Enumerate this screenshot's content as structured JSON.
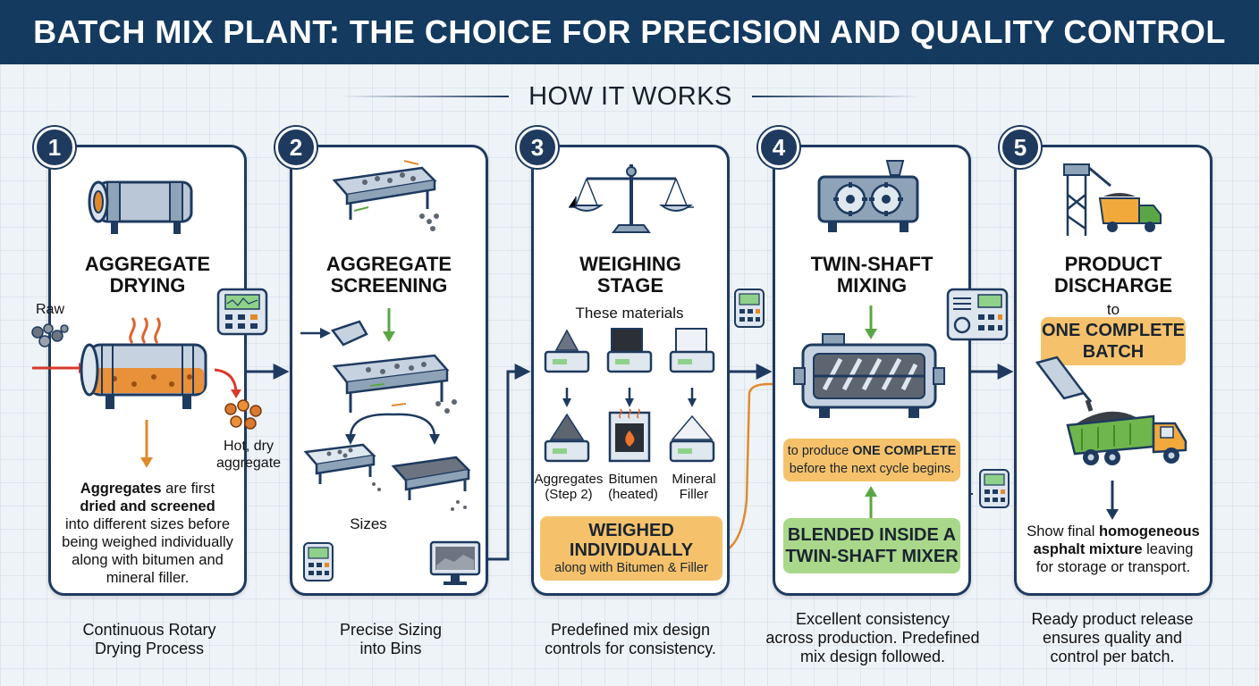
{
  "header": {
    "title": "BATCH MIX PLANT: THE CHOICE FOR PRECISION AND QUALITY CONTROL"
  },
  "subtitle": "HOW IT WORKS",
  "steps": [
    {
      "number": "1",
      "title_line1": "AGGREGATE",
      "title_line2": "DRYING",
      "label_raw": "Raw",
      "label_hot_line1": "Hot, dry",
      "label_hot_line2": "aggregate",
      "desc_bold1": "Aggregates",
      "desc_text1": " are first",
      "desc_bold2": "dried and screened",
      "desc_line3": "into different sizes before",
      "desc_line4": "being weighed individually",
      "desc_line5": "along with bitumen and",
      "desc_line6": "mineral filler.",
      "caption_line1": "Continuous Rotary",
      "caption_line2": "Drying Process"
    },
    {
      "number": "2",
      "title_line1": "AGGREGATE",
      "title_line2": "SCREENING",
      "label_sizes": "Sizes",
      "caption_line1": "Precise Sizing",
      "caption_line2": "into Bins"
    },
    {
      "number": "3",
      "title_line1": "WEIGHING",
      "title_line2": "STAGE",
      "intro": "These materials",
      "materials": [
        {
          "line1": "Aggregates",
          "line2": "(Step 2)"
        },
        {
          "line1": "Bitumen",
          "line2": "(heated)"
        },
        {
          "line1": "Mineral",
          "line2": "Filler"
        }
      ],
      "box_line1": "WEIGHED",
      "box_line2": "INDIVIDUALLY",
      "box_line3": "along with Bitumen & Filler",
      "caption_line1": "Predefined mix design",
      "caption_line2": "controls for consistency."
    },
    {
      "number": "4",
      "title_line1": "TWIN-SHAFT",
      "title_line2": "MIXING",
      "note_pre": "to produce ",
      "note_bold": "ONE COMPLETE",
      "note_line2": "before the next cycle begins.",
      "box_line1": "BLENDED INSIDE A",
      "box_line2": "TWIN-SHAFT MIXER",
      "caption_line1": "Excellent consistency",
      "caption_line2": "across production. Predefined",
      "caption_line3": "mix design followed."
    },
    {
      "number": "5",
      "title_line1": "PRODUCT",
      "title_line2": "DISCHARGE",
      "to": "to",
      "badge_line1": "ONE COMPLETE",
      "badge_line2": "BATCH",
      "desc_pre": "Show final ",
      "desc_bold1": "homogeneous",
      "desc_bold2": "asphalt mixture",
      "desc_post2": " leaving",
      "desc_line3": "for storage or transport.",
      "caption_line1": "Ready product release",
      "caption_line2": "ensures quality and",
      "caption_line3": "control per batch."
    }
  ],
  "colors": {
    "header_bg": "#143a5f",
    "card_border": "#1e3a5f",
    "accent_orange": "#f5c26b",
    "accent_green": "#a9d88a",
    "arrow_orange": "#e08a2c",
    "arrow_green": "#5aa646",
    "arrow_red": "#d83a2b",
    "arrow_navy": "#1e3a5f"
  }
}
